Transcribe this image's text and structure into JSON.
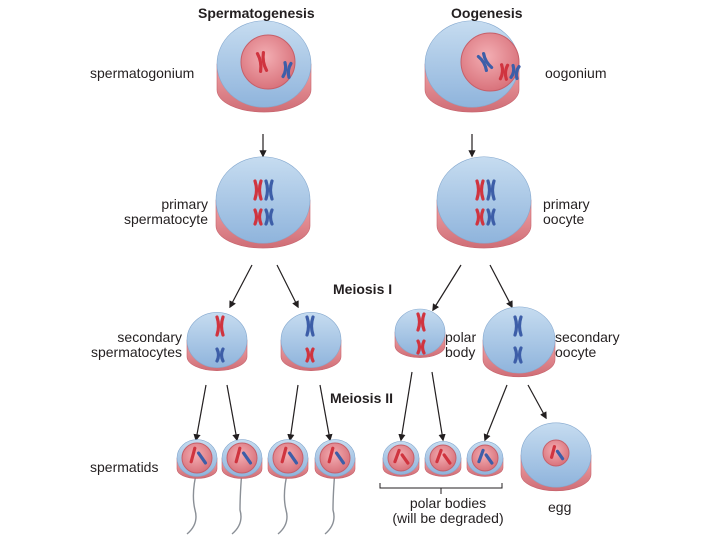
{
  "headings": {
    "left": "Spermatogenesis",
    "right": "Oogenesis"
  },
  "stages": {
    "meiosis1": "Meiosis I",
    "meiosis2": "Meiosis II"
  },
  "labels": {
    "spermatogonium": "spermatogonium",
    "oogonium": "oogonium",
    "primary_spermatocyte": [
      "primary",
      "spermatocyte"
    ],
    "primary_oocyte": [
      "primary",
      "oocyte"
    ],
    "secondary_spermatocytes": [
      "secondary",
      "spermatocytes"
    ],
    "polar_body": [
      "polar",
      "body"
    ],
    "secondary_oocyte": [
      "secondary",
      "oocyte"
    ],
    "spermatids": "spermatids",
    "polar_bodies": [
      "polar bodies",
      "(will be degraded)"
    ],
    "egg": "egg"
  },
  "colors": {
    "cell_blue": "#a9c8e6",
    "cell_red": "#e5868c",
    "nucleus": "#e98f96",
    "chrom_red": "#d0343f",
    "chrom_blue": "#3d5ea8",
    "arrow": "#231f20"
  }
}
